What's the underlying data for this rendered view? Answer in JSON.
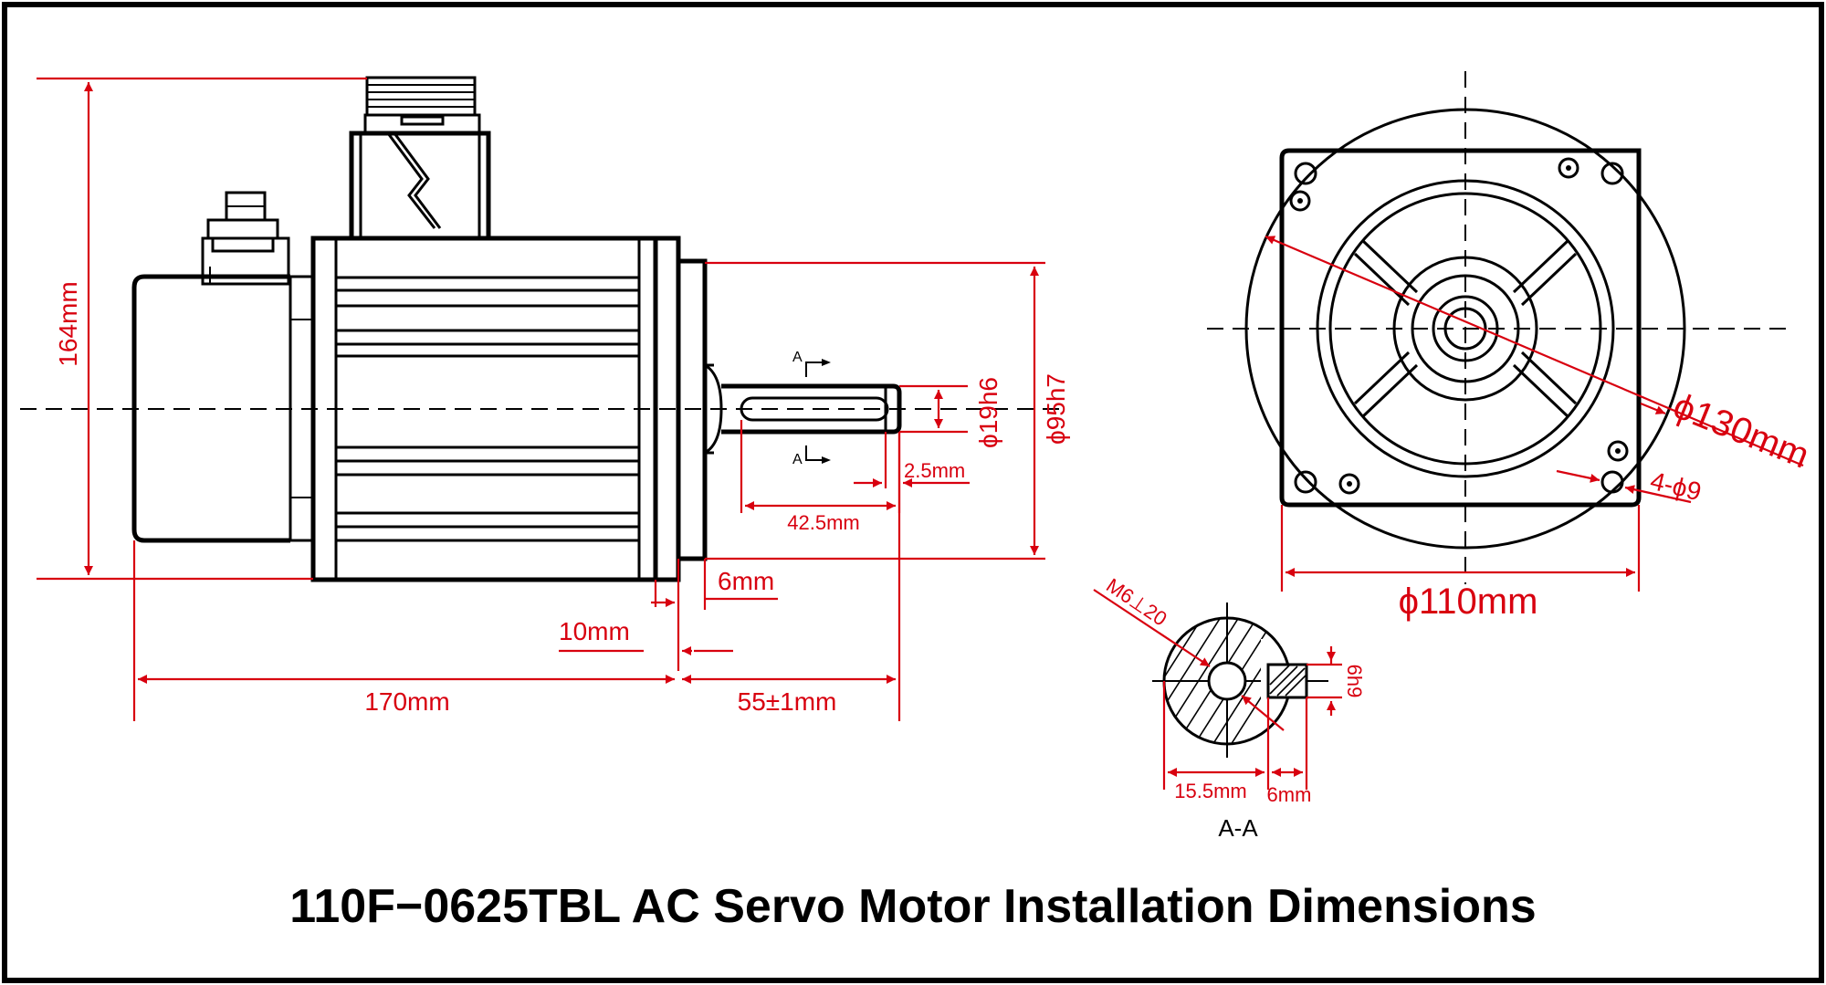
{
  "title": "110F−0625TBL AC Servo Motor Installation Dimensions",
  "section_marks": {
    "top": "A",
    "bottom": "A"
  },
  "section_label": "A-A",
  "dimensions": {
    "height": "164mm",
    "shaft_dia": "ϕ19h6",
    "pilot_dia": "ϕ95h7",
    "key_offset": "2.5mm",
    "key_length": "42.5mm",
    "pilot_len": "6mm",
    "flange_thk": "10mm",
    "body_len": "170mm",
    "shaft_len": "55±1mm",
    "pcd": "ϕ130mm",
    "holes": "4-ϕ9",
    "flange_sq": "ϕ110mm",
    "thread": "M6⊥20",
    "key_width": "6h9",
    "key_dim": "15.5mm",
    "key_dim2": "6mm"
  }
}
